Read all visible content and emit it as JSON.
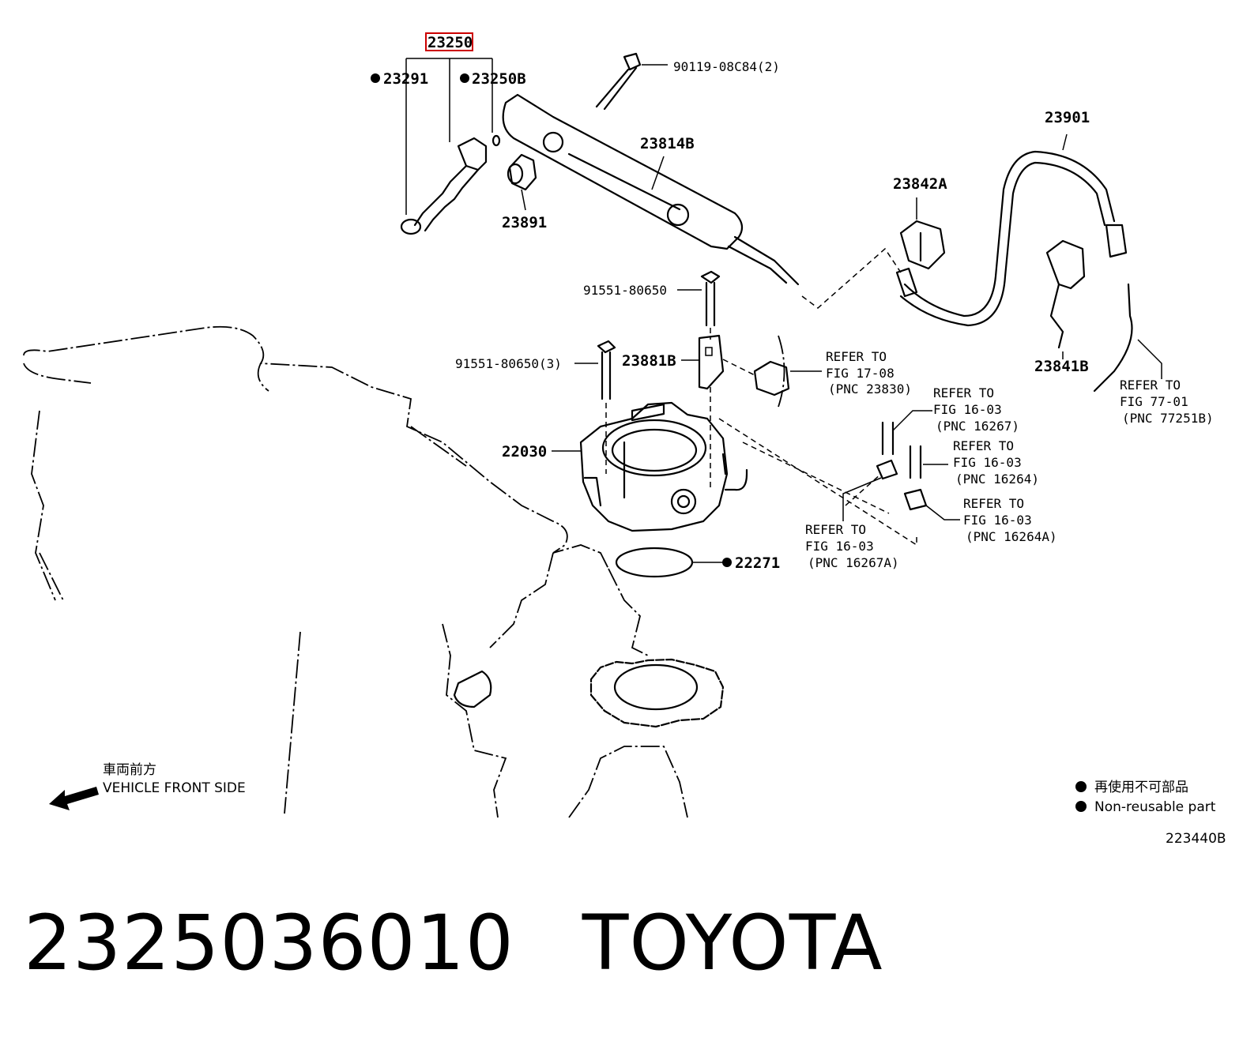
{
  "diagram": {
    "highlight_color": "#cc0000",
    "labels": {
      "p23250": "23250",
      "p23291": "23291",
      "p23250b": "23250B",
      "p90119": "90119-08C84(2)",
      "p23814b": "23814B",
      "p23891": "23891",
      "p23901": "23901",
      "p23842a": "23842A",
      "p23841b": "23841B",
      "p91551a": "91551-80650",
      "p91551b": "91551-80650(3)",
      "p23881b": "23881B",
      "p22030": "22030",
      "p22271": "22271"
    },
    "refs": {
      "r1708": {
        "l1": "REFER TO",
        "l2": "FIG 17-08",
        "l3": "(PNC 23830)"
      },
      "r7701": {
        "l1": "REFER TO",
        "l2": "FIG 77-01",
        "l3": "(PNC 77251B)"
      },
      "r16267": {
        "l1": "REFER TO",
        "l2": "FIG 16-03",
        "l3": "(PNC 16267)"
      },
      "r16264": {
        "l1": "REFER TO",
        "l2": "FIG 16-03",
        "l3": "(PNC 16264)"
      },
      "r16264a": {
        "l1": "REFER TO",
        "l2": "FIG 16-03",
        "l3": "(PNC 16264A)"
      },
      "r16267a": {
        "l1": "REFER TO",
        "l2": "FIG 16-03",
        "l3": "(PNC 16267A)"
      }
    },
    "vehicle_front_jp": "車両前方",
    "vehicle_front_en": "VEHICLE FRONT SIDE",
    "legend_jp": "再使用不可部品",
    "legend_en": "Non-reusable part",
    "diagram_code": "223440B"
  },
  "footer": {
    "part_number": "2325036010",
    "brand": "TOYOTA"
  }
}
